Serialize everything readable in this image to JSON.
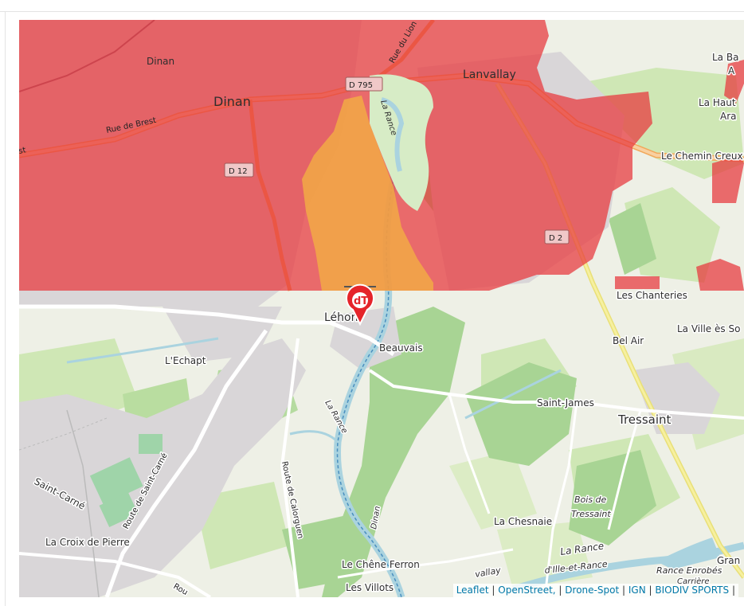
{
  "map": {
    "marker_label": "dT",
    "places": {
      "dinan_station": "Dinan",
      "dinan": "Dinan",
      "lanvallay": "Lanvallay",
      "la_ba": "La Ba",
      "a_suffix": "A",
      "la_haut": "La Haut",
      "ara": "Ara",
      "le_chemin_creux": "Le Chemin Creux",
      "les_chanteries": "Les Chanteries",
      "la_ville_es_so": "La Ville ès So",
      "bel_air": "Bel Air",
      "lehon": "Léhon",
      "beauvais": "Beauvais",
      "lechapt": "L'Echapt",
      "saint_james": "Saint-James",
      "tressaint": "Tressaint",
      "saint_carne": "Saint-Carné",
      "bois_de": "Bois de",
      "tressaint_wood": "Tressaint",
      "la_chesnaie": "La Chesnaie",
      "la_croix_de_pierre": "La Croix de Pierre",
      "le_chene_ferron": "Le Chêne Ferron",
      "les_villots": "Les Villots",
      "gran": "Gran",
      "rance_enrobes": "Rance Enrobés",
      "carriere": "Carrière",
      "la_rance_bottom": "La Rance",
      "ille_et_rance": "d'Ille-et-Rance",
      "vallay": "vallay",
      "la_rance_top": "La Rance",
      "la_rance_mid": "La Rance",
      "dinan_river": "Dinan"
    },
    "roads": {
      "rue_de_brest": "Rue de Brest",
      "st_prefix": "st",
      "rue_du_lion": "Rue du Lion",
      "d795": "D 795",
      "d12": "D 12",
      "d2": "D 2",
      "route_de_saint_carne": "Route de Saint-Carné",
      "route_de_calorguen": "Route de Calorguen",
      "route_bottom": "Rou"
    },
    "colors": {
      "restricted_zone": "#e8363c",
      "warning_zone": "#f3b043",
      "base_land": "#eef0e6",
      "urban": "#d9d6d8",
      "forest": "#a8d494",
      "river": "#aad3df"
    }
  },
  "attribution": {
    "leaflet": "Leaflet",
    "openstreet": "OpenStreet,",
    "dronespot": "Drone-Spot",
    "ign": "IGN",
    "biodiv": "BIODIV SPORTS"
  }
}
